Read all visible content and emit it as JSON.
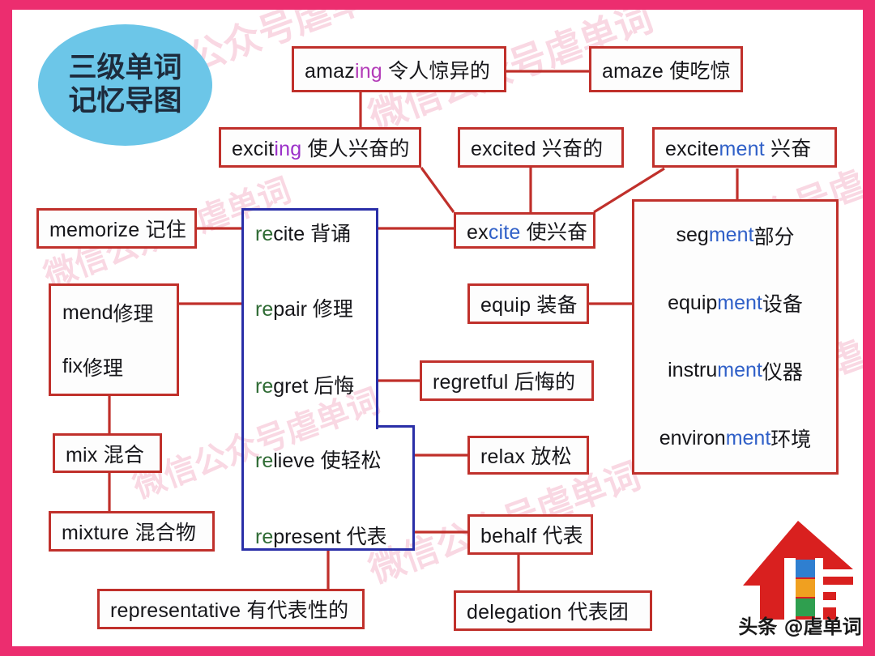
{
  "page": {
    "border_color": "#ec2d6f",
    "background": "#ffffff"
  },
  "title": {
    "line1": "三级单词",
    "line2": "记忆导图",
    "ellipse_color": "#6cc6e8",
    "text_color": "#1d2b3c"
  },
  "colors": {
    "box_border_red": "#c0302b",
    "box_border_blue": "#2a2fa8",
    "prefix_green": "#2f6b34",
    "suffix_blue": "#3060c8",
    "suffix_purple": "#9b30c9",
    "line_red": "#c0302b",
    "watermark": "#f5b9cd"
  },
  "nodes": {
    "amazing": {
      "word_a": "amaz",
      "word_b": "ing",
      "gloss": " 令人惊异的"
    },
    "amaze": {
      "word_a": "amaze",
      "word_b": "",
      "gloss": " 使吃惊"
    },
    "exciting": {
      "word_a": "excit",
      "word_b": "ing",
      "gloss": " 使人兴奋的"
    },
    "excited": {
      "word_a": "excited",
      "word_b": "",
      "gloss": " 兴奋的"
    },
    "excitement": {
      "word_a": "excite",
      "word_b": "ment",
      "gloss": " 兴奋"
    },
    "excite": {
      "word_a": "ex",
      "word_b": "cite",
      "gloss": " 使兴奋"
    },
    "memorize": {
      "word_a": "memorize",
      "word_b": "",
      "gloss": " 记住"
    },
    "mend": {
      "word_a": "mend",
      "word_b": "",
      "gloss": " 修理"
    },
    "fix": {
      "word_a": "fix",
      "word_b": "",
      "gloss": " 修理"
    },
    "mix": {
      "word_a": "mix",
      "word_b": "",
      "gloss": " 混合"
    },
    "mixture": {
      "word_a": "mixture",
      "word_b": "",
      "gloss": " 混合物"
    },
    "representative": {
      "word_a": "representative",
      "word_b": "",
      "gloss": " 有代表性的"
    },
    "equip": {
      "word_a": "equip",
      "word_b": "",
      "gloss": " 装备"
    },
    "regretful": {
      "word_a": "regretful",
      "word_b": "",
      "gloss": " 后悔的"
    },
    "relax": {
      "word_a": "relax",
      "word_b": "",
      "gloss": " 放松"
    },
    "behalf": {
      "word_a": "behalf",
      "word_b": "",
      "gloss": " 代表"
    },
    "delegation": {
      "word_a": "delegation",
      "word_b": "",
      "gloss": " 代表团"
    },
    "segment": {
      "word_a": "seg",
      "word_b": "ment",
      "gloss": " 部分"
    },
    "equipment": {
      "word_a": "equip",
      "word_b": "ment",
      "gloss": " 设备"
    },
    "instrument": {
      "word_a": "instru",
      "word_b": "ment",
      "gloss": " 仪器"
    },
    "environment": {
      "word_a": "environ",
      "word_b": "ment",
      "gloss": " 环境"
    },
    "recite": {
      "prefix": "re",
      "rest": "cite",
      "gloss": " 背诵"
    },
    "repair": {
      "prefix": "re",
      "rest": "pair",
      "gloss": " 修理"
    },
    "regret": {
      "prefix": "re",
      "rest": "gret",
      "gloss": " 后悔"
    },
    "relieve": {
      "prefix": "re",
      "rest": "lieve",
      "gloss": " 使轻松"
    },
    "represent": {
      "prefix": "re",
      "rest": "present",
      "gloss": " 代表"
    }
  },
  "watermarks": [
    "微信公众号虐单词",
    "微信公众号虐单词",
    "微信公众号虐单词",
    "微信公众号虐单词",
    "微信公众号虐单词",
    "微信公众号虐单词",
    "微信公众号虐单词"
  ],
  "logo": {
    "caption": "头条 @虐单词",
    "house_color": "#d9201f",
    "square_colors": [
      "#2f7fd0",
      "#f0a020",
      "#2f9f4f"
    ]
  }
}
